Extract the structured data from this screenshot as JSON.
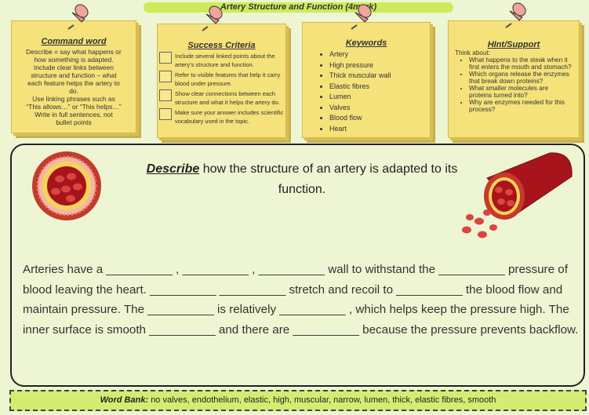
{
  "title": "Artery Structure and Function (4mark)",
  "cards": {
    "command": {
      "heading": "Command word",
      "lines": [
        "Describe = say what happens or",
        "how something is adapted.",
        "Include clear links between",
        "structure and function – what",
        "each feature helps the artery to",
        "do.",
        "Use linking phrases such as",
        "“This allows…” or “This helps…”",
        "Write in full sentences, not",
        "bullet points"
      ]
    },
    "criteria": {
      "heading": "Success Criteria",
      "items": [
        "Include several linked points about the artery’s structure and function.",
        "Refer to visible features that help it carry blood under pressure.",
        "Show clear connections between each structure and what it helps the artery do.",
        "Make sure your answer includes scientific vocabulary used in the topic."
      ]
    },
    "keywords": {
      "heading": "Keywords",
      "items": [
        "Artery",
        "High pressure",
        "Thick muscular wall",
        "Elastic fibres",
        "Lumen",
        "Valves",
        "Blood flow",
        "Heart"
      ]
    },
    "hint": {
      "heading": "HInt/Support",
      "intro": "Think about:",
      "items": [
        "What happens to the steak when it first enters the mouth and stomach?",
        "Which organs release the enzymes that break down proteins?",
        "What smaller molecules are proteins turned into?",
        "Why are enzymes needed for this process?"
      ]
    }
  },
  "question": {
    "command": "Describe",
    "rest": " how the structure of an artery is adapted to its function."
  },
  "paragraph": "Arteries have a __________ , __________ , __________ wall to withstand the __________ pressure of blood leaving the heart. __________ __________ stretch and recoil to __________ the blood flow and maintain pressure. The __________ is relatively __________ , which helps keep the pressure high. The inner surface is smooth __________  and there are __________ because the pressure prevents backflow.",
  "word_bank": {
    "label": "Word Bank:",
    "text": "no valves, endothelium, elastic, high, muscular, narrow, lumen, thick, elastic fibres, smooth"
  },
  "colors": {
    "note": "#f5e27a",
    "accent": "#cdeb5a",
    "artery_outer": "#c0392b",
    "blood": "#a8141b"
  }
}
